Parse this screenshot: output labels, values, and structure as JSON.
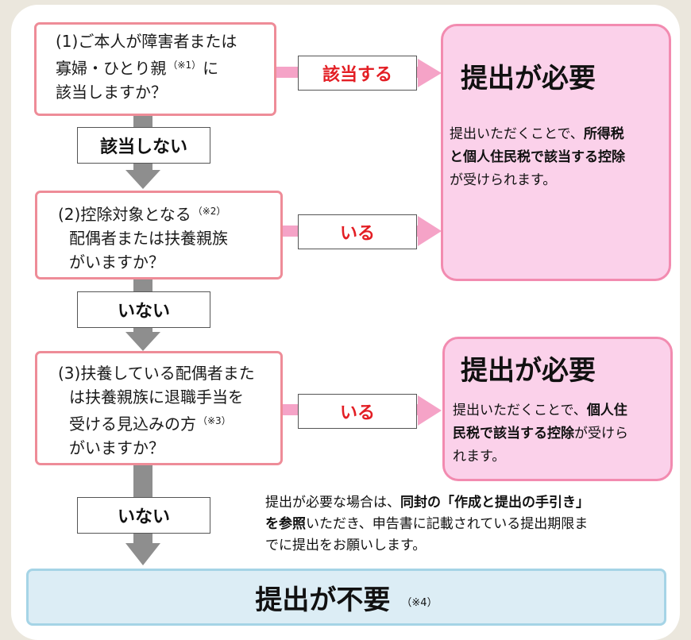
{
  "colors": {
    "question_border": "#ee8c98",
    "result_fill": "#fbd1ea",
    "result_border": "#f28bb0",
    "connector_pink": "#f5a3c7",
    "connector_gray": "#8e8e8e",
    "label_red": "#e31e24",
    "final_fill": "#dcedf5",
    "final_border": "#a5d4e6",
    "background": "#ebe7dd"
  },
  "q1": {
    "line1": "(1)ご本人が障害者または",
    "line2a": "寡婦・ひとり親",
    "note": "（※1）",
    "line2b": "に",
    "line3": "該当しますか？"
  },
  "q2": {
    "line1": "(2)控除対象となる",
    "note": "（※2）",
    "line2": "配偶者または扶養親族",
    "line3": "がいますか？"
  },
  "q3": {
    "line1": "(3)扶養している配偶者また",
    "line2": "は扶養親族に退職手当を",
    "line3a": "受ける見込みの方",
    "note": "（※3）",
    "line4": "がいますか？"
  },
  "labels": {
    "yes1": "該当する",
    "no1": "該当しない",
    "yes2": "いる",
    "no2": "いない",
    "yes3": "いる",
    "no3": "いない"
  },
  "result1": {
    "title": "提出が必要",
    "l1a": "提出いただくことで、",
    "l1b": "所得税",
    "l2": "と個人住民税で該当する控除",
    "l3": "が受けられます。"
  },
  "result2": {
    "title": "提出が必要",
    "l1a": "提出いただくことで、",
    "l1b": "個人住",
    "l2a": "民税で該当する控除",
    "l2b": "が受けら",
    "l3": "れます。"
  },
  "note": {
    "l1a": "提出が必要な場合は、",
    "l1b": "同封の「作成と提出の手引き」",
    "l2a": "を参照",
    "l2b": "いただき、申告書に記載されている提出期限ま",
    "l3": "でに提出をお願いします。"
  },
  "final": {
    "title": "提出が不要",
    "note": "（※4）"
  }
}
